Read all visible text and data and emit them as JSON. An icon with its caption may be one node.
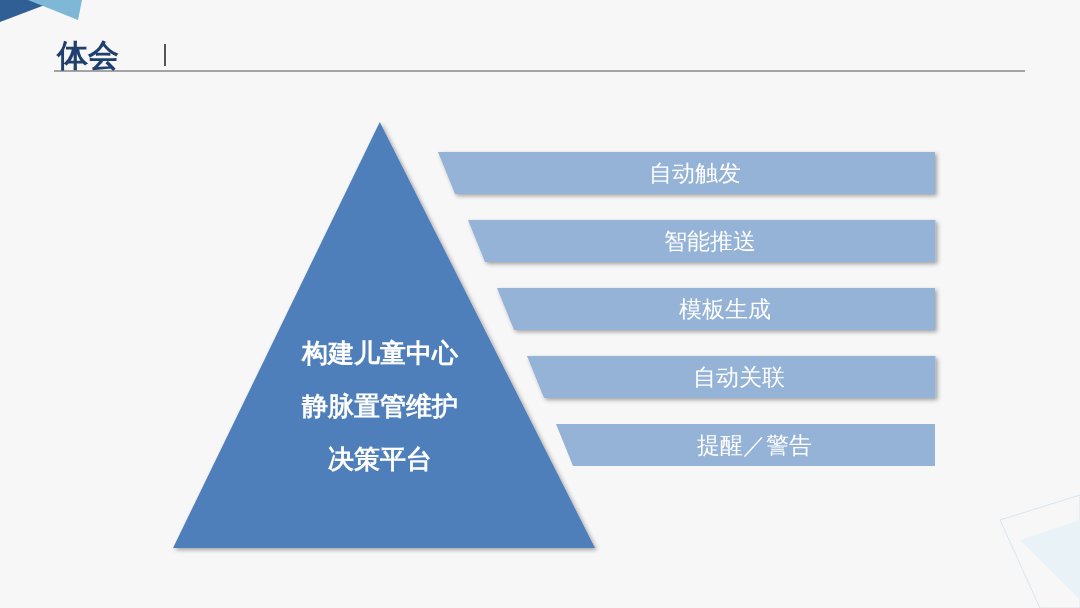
{
  "diagram": {
    "title": "体会",
    "nodes": [
      {
        "text": [
          "构建儿童中心静脉置管维护决策平台"
        ]
      },
      {
        "text": [
          "自动触发"
        ]
      },
      {
        "text": [
          "智能推送"
        ]
      },
      {
        "text": [
          "模板生成"
        ]
      },
      {
        "text": [
          "自动关联"
        ]
      },
      {
        "text": [
          "提醒／警告"
        ]
      }
    ]
  }
}
